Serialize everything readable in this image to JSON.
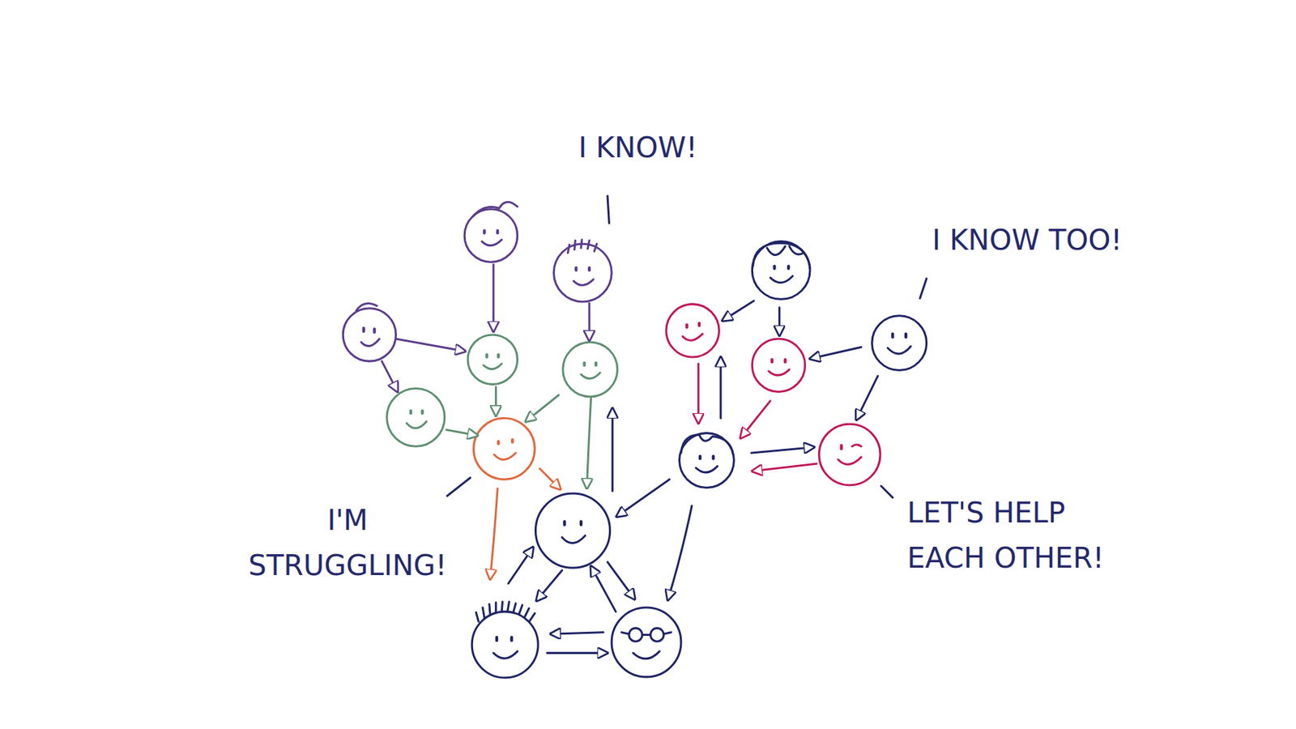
{
  "diagram": {
    "labels": [
      "I KNOW!",
      "I KNOW TOO!",
      "I'M STRUGGLING!",
      "LET'S HELP EACH OTHER!"
    ]
  }
}
